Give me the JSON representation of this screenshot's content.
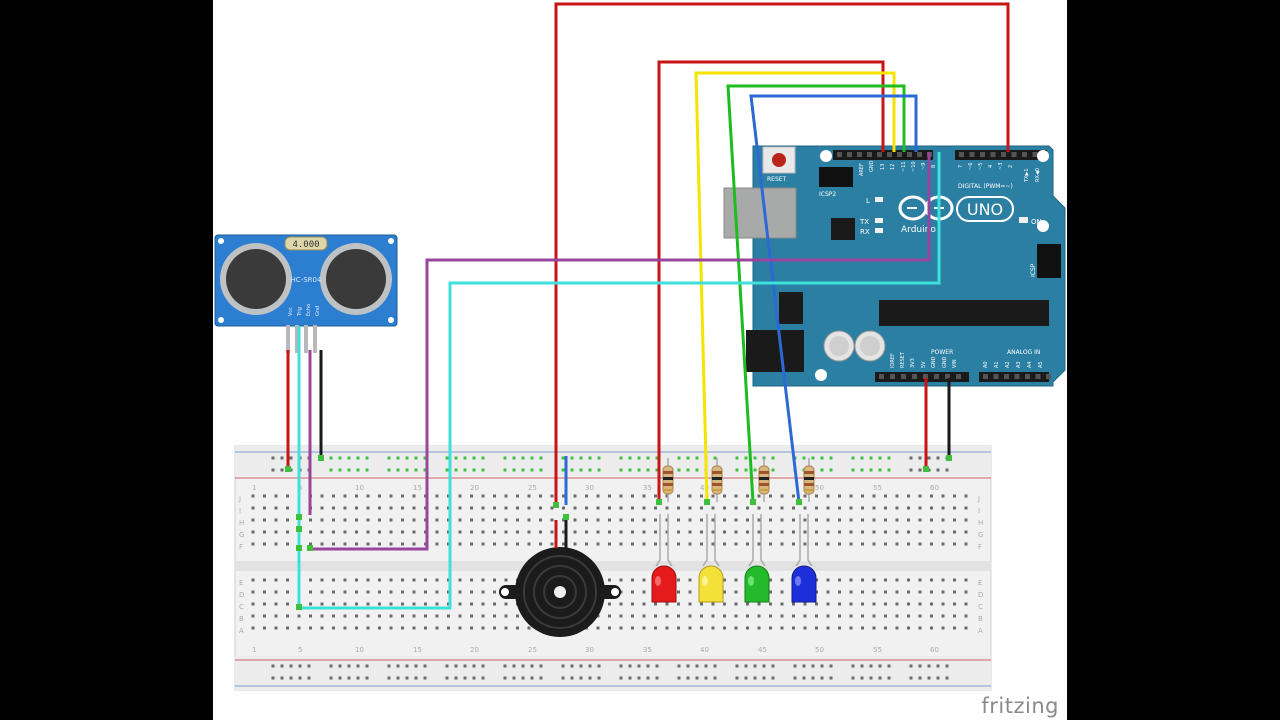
{
  "watermark": "fritzing",
  "sensor": {
    "display": "4.000",
    "model": "HC-SR04",
    "pins": [
      "Vcc",
      "Trig",
      "Echo",
      "Gnd"
    ]
  },
  "arduino": {
    "reset_label": "RESET",
    "icsp2_label": "ICSP2",
    "icsp_label": "ICSP",
    "logo_text": "Arduino",
    "uno_label": "UNO",
    "on_label": "ON",
    "l_label": "L",
    "tx_label": "TX",
    "rx_label": "RX",
    "digital_label": "DIGITAL (PWM=~)",
    "power_label": "POWER",
    "analog_label": "ANALOG IN",
    "aref_label": "AREF",
    "gnd_label": "GND",
    "pin13": "13",
    "pin12": "12",
    "pin11": "~11",
    "pin10": "~10",
    "pin9": "~9",
    "pin8": "8",
    "pin7": "7",
    "pin6": "~6",
    "pin5": "~5",
    "pin4": "4",
    "pin3": "~3",
    "pin2": "2",
    "pin_tx": "TX▶1",
    "pin_rx": "RX◀0",
    "ioref": "IOREF",
    "reset_pin": "RESET",
    "v33": "3V3",
    "v5": "5V",
    "gnd1": "GND",
    "gnd2": "GND",
    "vin": "VIN",
    "a0": "A0",
    "a1": "A1",
    "a2": "A2",
    "a3": "A3",
    "a4": "A4",
    "a5": "A5"
  },
  "breadboard": {
    "col_numbers": [
      "1",
      "5",
      "10",
      "15",
      "20",
      "25",
      "30",
      "35",
      "40",
      "45",
      "50",
      "55",
      "60"
    ],
    "row_letters_top": [
      "J",
      "I",
      "H",
      "G",
      "F"
    ],
    "row_letters_bottom": [
      "E",
      "D",
      "C",
      "B",
      "A"
    ]
  },
  "colors": {
    "board": "#2b7fa3",
    "sensor": "#2b7ed0",
    "wire_red": "#c81414",
    "wire_black": "#1a1a1a",
    "wire_yellow": "#f5e400",
    "wire_green": "#1ebc1e",
    "wire_blue": "#2c69d4",
    "wire_purple": "#99459e",
    "wire_cyan": "#3ee0dc",
    "led_red": "#e51b1b",
    "led_yellow": "#f3e13a",
    "led_green": "#23bb2b",
    "led_blue": "#1d2fd9"
  }
}
